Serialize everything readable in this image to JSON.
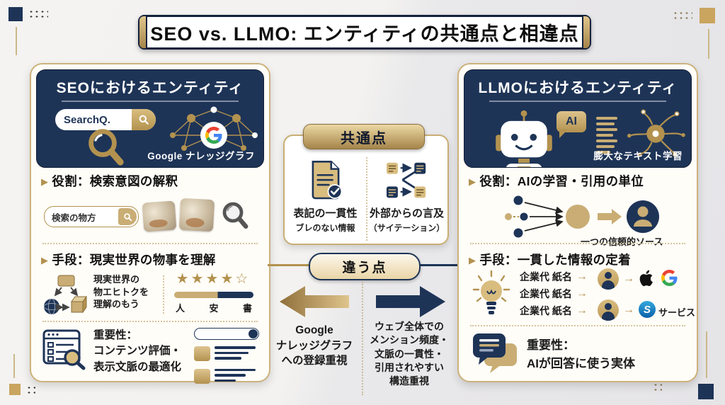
{
  "title": "SEO vs. LLMO: エンティティの共通点と相違点",
  "colors": {
    "navy": "#1e3457",
    "gold": "#b3924f",
    "gold_light": "#d9c08a",
    "cream": "#f5e9cf"
  },
  "left_panel": {
    "header": {
      "title": "SEOにおけるエンティティ",
      "search_text": "SearchQ.",
      "caption": "Google ナレッジグラフ"
    },
    "role": {
      "heading": "役割：検索意図の解釈",
      "search_text": "検索の物方"
    },
    "method": {
      "heading": "手段：現実世界の物事を理解",
      "note": "現実世界の\n物エヒトクを\n理解のもう",
      "stars": "★★★★☆",
      "labels": [
        "人",
        "安",
        "書"
      ]
    },
    "importance": {
      "text": "重要性：\nコンテンツ評価・\n表示文脈の最適化"
    }
  },
  "center": {
    "common": {
      "badge": "共通点",
      "items": [
        {
          "title": "表記の一貫性",
          "subtitle": "ブレのない情報"
        },
        {
          "title": "外部からの言及",
          "subtitle": "（サイテーション）"
        }
      ]
    },
    "diff": {
      "badge": "違う点",
      "left_text": "Google\nナレッジグラフ\nへの登録重視",
      "right_text": "ウェブ全体での\nメンション頻度・\n文脈の一貫性・\n引用されやすい\n構造重視"
    }
  },
  "right_panel": {
    "header": {
      "title": "LLMOにおけるエンティティ",
      "ai_label": "AI",
      "caption": "膨大なテキスト学習"
    },
    "role": {
      "heading": "役割：AIの学習・引用の単位",
      "caption": "一つの信頼的ソース"
    },
    "method": {
      "heading": "手段：一貫した情報の定着",
      "rows": [
        "企業代 紙名",
        "企業代 紙名",
        "企業代 紙名"
      ],
      "service_label": "サービス",
      "service_letter": "S"
    },
    "importance": {
      "text": "重要性：\nAIが回答に使う実体"
    }
  }
}
